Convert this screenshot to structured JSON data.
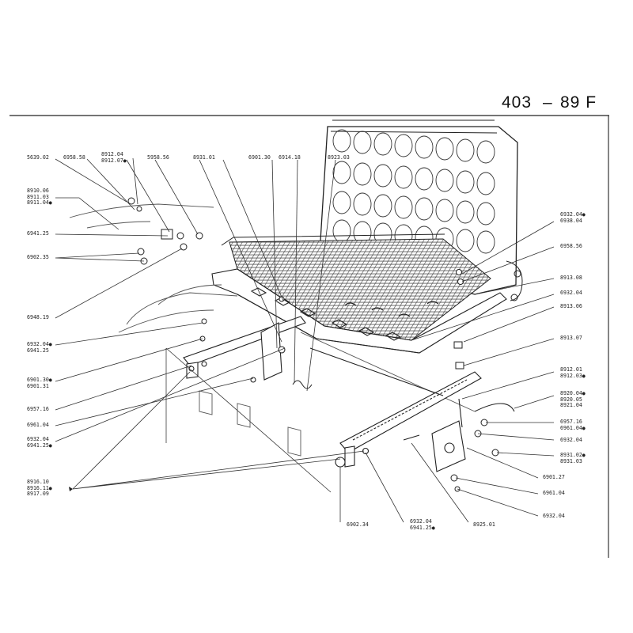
{
  "header": {
    "model": "403",
    "dash": "–",
    "plate": "89 F"
  },
  "callouts_top": [
    {
      "id": "c-5639",
      "lines": [
        "5639.02"
      ]
    },
    {
      "id": "c-6958-58",
      "lines": [
        "6958.58"
      ]
    },
    {
      "id": "c-8912",
      "lines": [
        "8912.04",
        "8912.07●"
      ]
    },
    {
      "id": "c-5958-56",
      "lines": [
        "5958.56"
      ]
    },
    {
      "id": "c-8931",
      "lines": [
        "8931.01"
      ]
    },
    {
      "id": "c-6901-30",
      "lines": [
        "6901.30"
      ]
    },
    {
      "id": "c-6914",
      "lines": [
        "6914.18"
      ]
    },
    {
      "id": "c-8923",
      "lines": [
        "8923.03"
      ]
    }
  ],
  "callouts_left": [
    {
      "id": "l-8910",
      "lines": [
        "8910.06",
        "8911.03",
        "8911.04●"
      ]
    },
    {
      "id": "l-6941-25",
      "lines": [
        "6941.25"
      ]
    },
    {
      "id": "l-6902-35",
      "lines": [
        "6902.35"
      ]
    },
    {
      "id": "l-6948",
      "lines": [
        "6948.19"
      ]
    },
    {
      "id": "l-6932-a",
      "lines": [
        "6932.04●",
        "6941.25"
      ]
    },
    {
      "id": "l-6901-30",
      "lines": [
        "6901.30●",
        "6901.31"
      ]
    },
    {
      "id": "l-6957",
      "lines": [
        "6957.16"
      ]
    },
    {
      "id": "l-6961",
      "lines": [
        "6961.04"
      ]
    },
    {
      "id": "l-6932-b",
      "lines": [
        "6932.04",
        "6941.25●"
      ]
    },
    {
      "id": "l-8916",
      "lines": [
        "8916.10",
        "8916.11●",
        "8917.09"
      ]
    }
  ],
  "callouts_right": [
    {
      "id": "r-6932-04",
      "lines": [
        "6932.04●",
        "6938.04"
      ]
    },
    {
      "id": "r-6958",
      "lines": [
        "6958.56"
      ]
    },
    {
      "id": "r-8913-08",
      "lines": [
        "8913.08"
      ]
    },
    {
      "id": "r-6932-b",
      "lines": [
        "6932.04"
      ]
    },
    {
      "id": "r-8913-06",
      "lines": [
        "8913.06"
      ]
    },
    {
      "id": "r-8913-07",
      "lines": [
        "8913.07"
      ]
    },
    {
      "id": "r-8912",
      "lines": [
        "8912.01",
        "8912.03●"
      ]
    },
    {
      "id": "r-8920",
      "lines": [
        "8920.04●",
        "8920.05",
        "8921.04"
      ]
    },
    {
      "id": "r-6957",
      "lines": [
        "6957.16",
        "6961.04●"
      ]
    },
    {
      "id": "r-6932-c",
      "lines": [
        "6932.04"
      ]
    },
    {
      "id": "r-8931",
      "lines": [
        "8931.02●",
        "8931.03"
      ]
    },
    {
      "id": "r-6901",
      "lines": [
        "6901.27"
      ]
    },
    {
      "id": "r-6961",
      "lines": [
        "6961.04"
      ]
    },
    {
      "id": "r-6932-d",
      "lines": [
        "6932.04"
      ]
    }
  ],
  "callouts_bottom": [
    {
      "id": "b-6902",
      "lines": [
        "6902.34"
      ]
    },
    {
      "id": "b-6932",
      "lines": [
        "6932.04",
        "6941.25●"
      ]
    },
    {
      "id": "b-8925",
      "lines": [
        "8925.01"
      ]
    }
  ]
}
